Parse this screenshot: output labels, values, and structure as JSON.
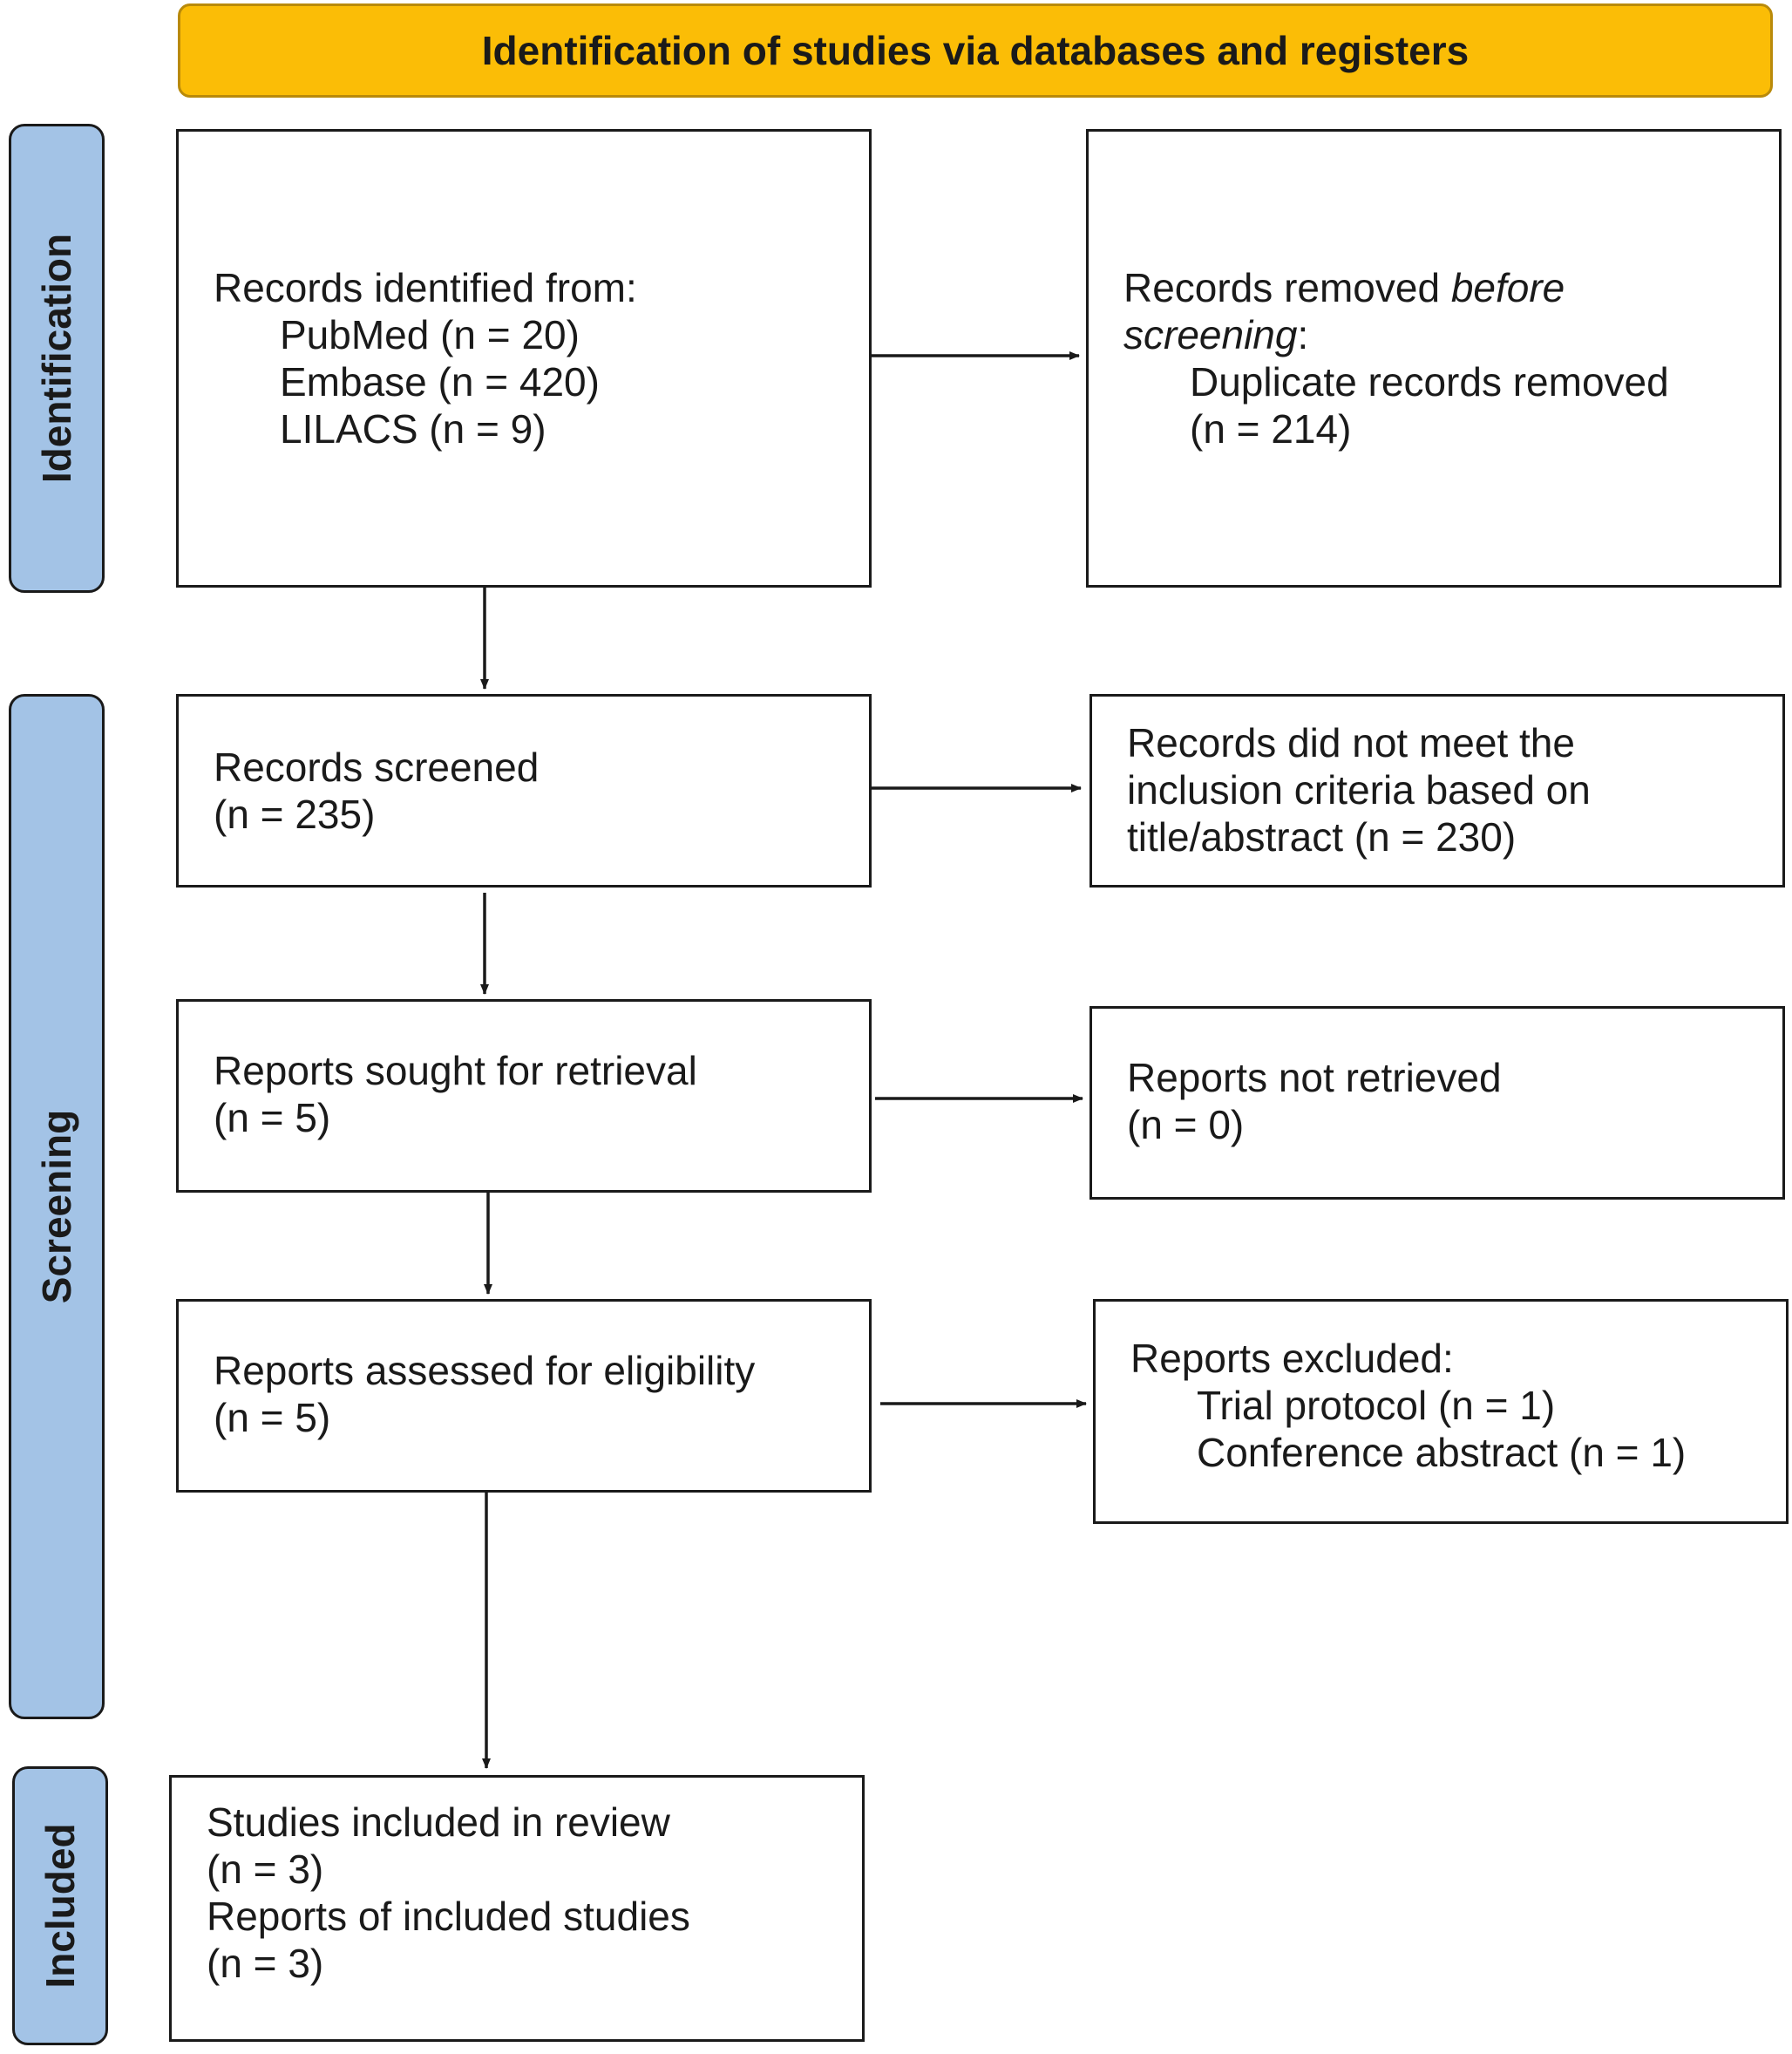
{
  "header": {
    "title": "Identification of studies via databases and registers"
  },
  "phases": {
    "identification": "Identification",
    "screening": "Screening",
    "included": "Included"
  },
  "boxes": {
    "records_identified": {
      "title": "Records identified from:",
      "sources": [
        "PubMed (n = 20)",
        "Embase (n = 420)",
        "LILACS (n = 9)"
      ]
    },
    "records_removed": {
      "title_plain": "Records removed ",
      "title_italic": "before",
      "title_italic2": "screening",
      "title_colon": ":",
      "detail": "Duplicate records removed",
      "count": "(n = 214)"
    },
    "records_screened": {
      "title": "Records screened",
      "count": "(n = 235)"
    },
    "records_excluded": {
      "line1": "Records did not meet the",
      "line2": "inclusion criteria based on",
      "line3": "title/abstract (n = 230)"
    },
    "reports_sought": {
      "title": "Reports sought for retrieval",
      "count": "(n = 5)"
    },
    "reports_not_retrieved": {
      "title": "Reports not retrieved",
      "count": "(n = 0)"
    },
    "reports_assessed": {
      "title": "Reports assessed for eligibility",
      "count": "(n = 5)"
    },
    "reports_excluded": {
      "title": "Reports excluded:",
      "reasons": [
        "Trial protocol (n = 1)",
        "Conference abstract (n = 1)"
      ]
    },
    "studies_included": {
      "line1": "Studies included in review",
      "line2": "(n = 3)",
      "line3": "Reports of included studies",
      "line4": "(n = 3)"
    }
  }
}
